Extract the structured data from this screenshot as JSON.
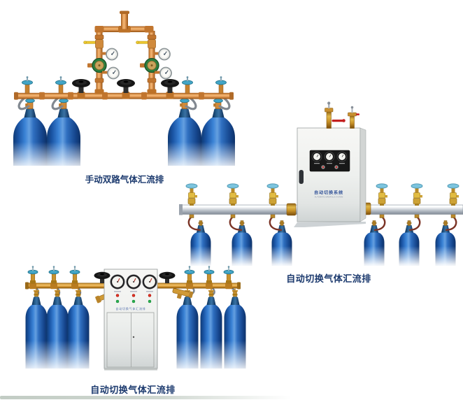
{
  "page": {
    "background": "#ffffff"
  },
  "products": [
    {
      "id": "manual-dual-manifold",
      "label": "手动双路气体汇流排"
    },
    {
      "id": "auto-switch-manifold-wall",
      "label": "自动切换气体汇流排",
      "cabinet": {
        "title": "自动切换系统",
        "subtitle": "AUTOMATIC MANIFOLD SYSTEM"
      }
    },
    {
      "id": "auto-switch-manifold-cabinet",
      "label": "自动切换气体汇流排",
      "cabinet": {
        "caption": "自动切换气体汇流排"
      }
    }
  ],
  "colors": {
    "label": "#1c3a6e",
    "cylinder_blue": "#2f6fb8",
    "copper": "#d99049",
    "brass": "#cda235",
    "aluminum_rail": "#c9cfd6"
  }
}
